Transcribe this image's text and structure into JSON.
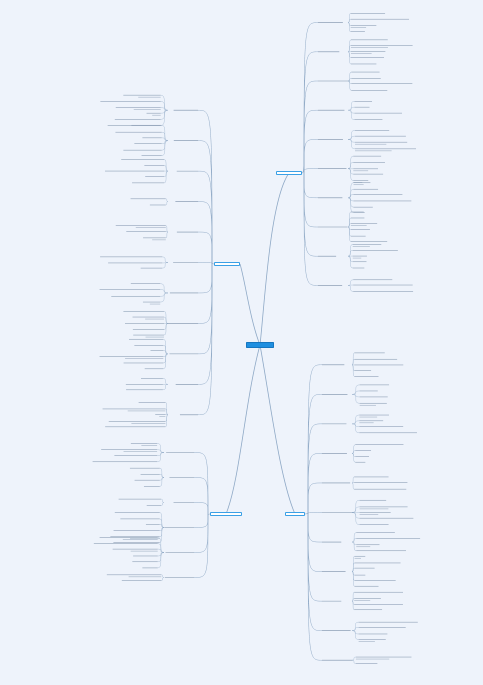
{
  "diagram": {
    "type": "mind-map",
    "colors": {
      "background": "#eef3fb",
      "center_node": "#1f8fe0",
      "connector": "#8fa9c6",
      "leaf_line": "#7a8fa8",
      "branch_border": "#3aa0e6"
    },
    "center": {
      "label": ""
    },
    "branches": [
      {
        "id": "top-right",
        "label": ""
      },
      {
        "id": "top-left",
        "label": ""
      },
      {
        "id": "bottom-right",
        "label": ""
      },
      {
        "id": "bottom-left",
        "label": ""
      }
    ]
  }
}
